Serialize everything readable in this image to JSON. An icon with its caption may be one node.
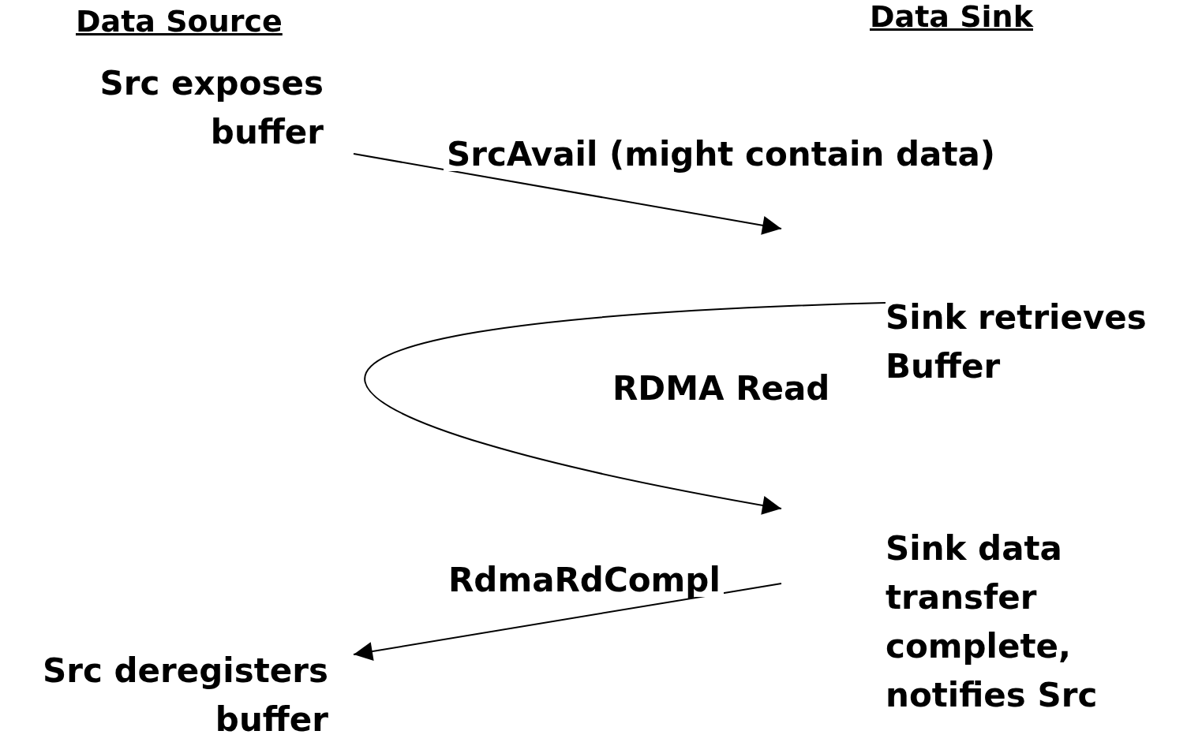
{
  "diagram": {
    "nodes": [
      {
        "text": [
          "Src exposes buffer"
        ]
      },
      {
        "text": [
          "Sink retrieves Buffer"
        ]
      },
      {
        "text": [
          "Sink data transfer complete, notifies Src"
        ]
      },
      {
        "text": [
          "Src deregisters buffer"
        ]
      }
    ],
    "edges": [
      {
        "from": 0,
        "to": null,
        "arrow": "to",
        "label": "SrcAvail (might contain data)"
      },
      {
        "from": 1,
        "to": null,
        "arrow": "to",
        "label": "RDMA Read"
      },
      {
        "from": null,
        "to": 3,
        "arrow": "to",
        "label": "RdmaRdCompl"
      }
    ],
    "labels": [
      "Data Source",
      "Data Sink"
    ]
  }
}
